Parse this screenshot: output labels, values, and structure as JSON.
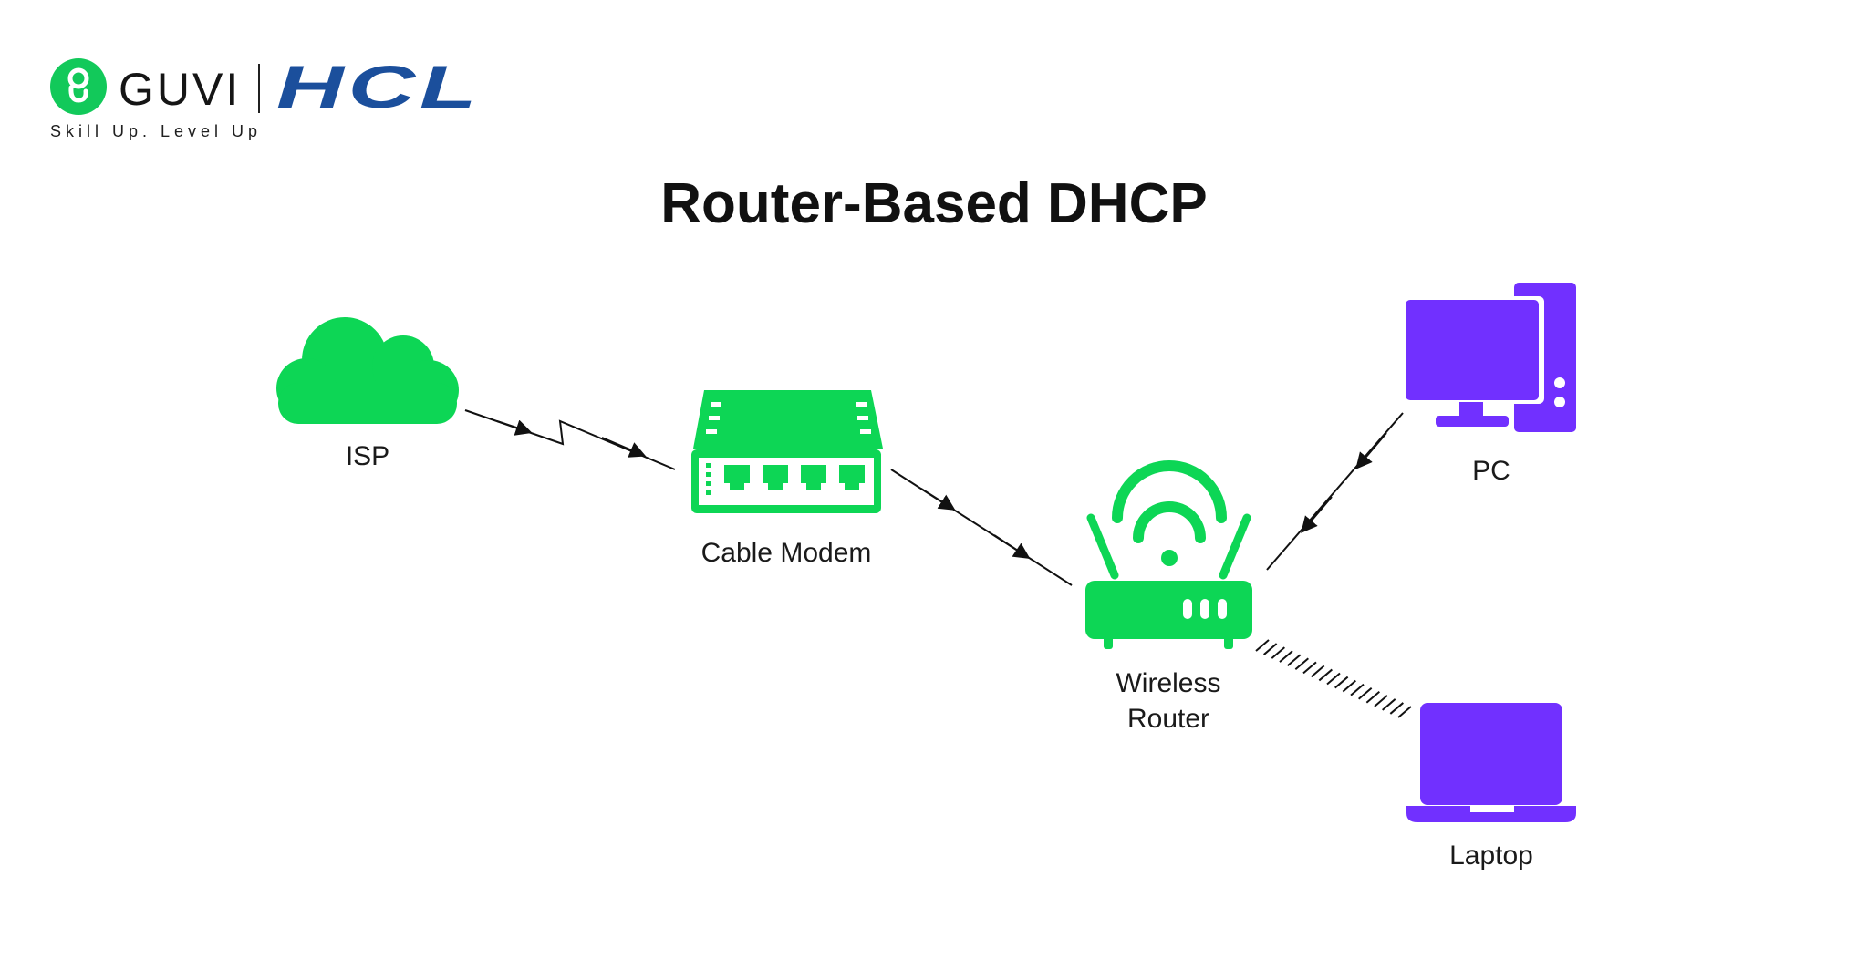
{
  "branding": {
    "guvi_name": "GUVI",
    "hcl_name": "HCL",
    "tagline": "Skill Up. Level Up"
  },
  "title": "Router-Based DHCP",
  "nodes": {
    "isp": {
      "label": "ISP",
      "icon": "cloud-icon"
    },
    "modem": {
      "label": "Cable Modem",
      "icon": "switch-modem-icon"
    },
    "router": {
      "label_line1": "Wireless",
      "label_line2": "Router",
      "icon": "wireless-router-icon"
    },
    "pc": {
      "label": "PC",
      "icon": "desktop-pc-icon"
    },
    "laptop": {
      "label": "Laptop",
      "icon": "laptop-icon"
    }
  },
  "colors": {
    "green": "#0dd655",
    "purple": "#7130ff",
    "hcl_blue": "#1b4f9c",
    "guvi_green": "#12c95a"
  }
}
